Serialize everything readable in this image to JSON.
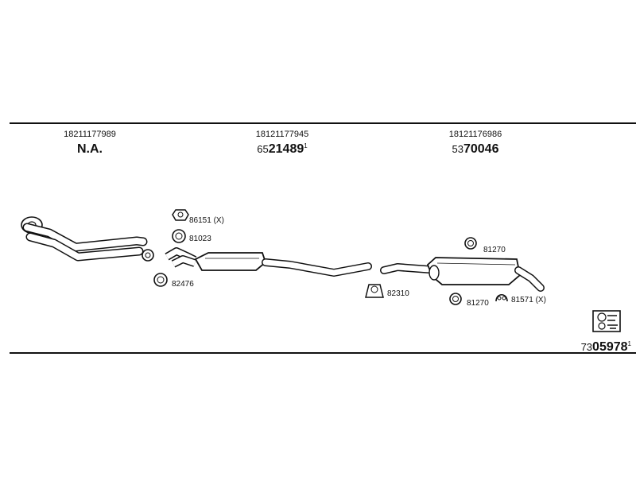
{
  "diagram": {
    "sections": [
      {
        "oe_number": "18211177989",
        "prefix": "",
        "number": "N.A.",
        "suffix": ""
      },
      {
        "oe_number": "18121177945",
        "prefix": "65",
        "number": "21489",
        "suffix": "1"
      },
      {
        "oe_number": "18121176986",
        "prefix": "53",
        "number": "70046",
        "suffix": ""
      }
    ],
    "parts": [
      {
        "id": "86151",
        "label": "86151 (X)",
        "icon": "gasket-icon"
      },
      {
        "id": "81023",
        "label": "81023",
        "icon": "ring-icon"
      },
      {
        "id": "82476",
        "label": "82476",
        "icon": "ring-icon"
      },
      {
        "id": "82310",
        "label": "82310",
        "icon": "clamp-icon"
      },
      {
        "id": "81270a",
        "label": "81270",
        "icon": "ring-icon"
      },
      {
        "id": "81270b",
        "label": "81270",
        "icon": "ring-icon"
      },
      {
        "id": "81571",
        "label": "81571 (X)",
        "icon": "hanger-icon"
      }
    ],
    "kit": {
      "prefix": "73",
      "number": "05978",
      "suffix": "1",
      "icon": "mounting-kit-icon"
    }
  }
}
